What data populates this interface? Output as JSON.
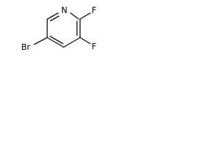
{
  "molecule": {
    "atoms": {
      "ring_nitrogen": "N",
      "fluorine_2": "F",
      "fluorine_3": "F",
      "bromine": "Br"
    },
    "colors": {
      "bond": "#000000",
      "label": "#000000",
      "background": "#ffffff"
    }
  }
}
